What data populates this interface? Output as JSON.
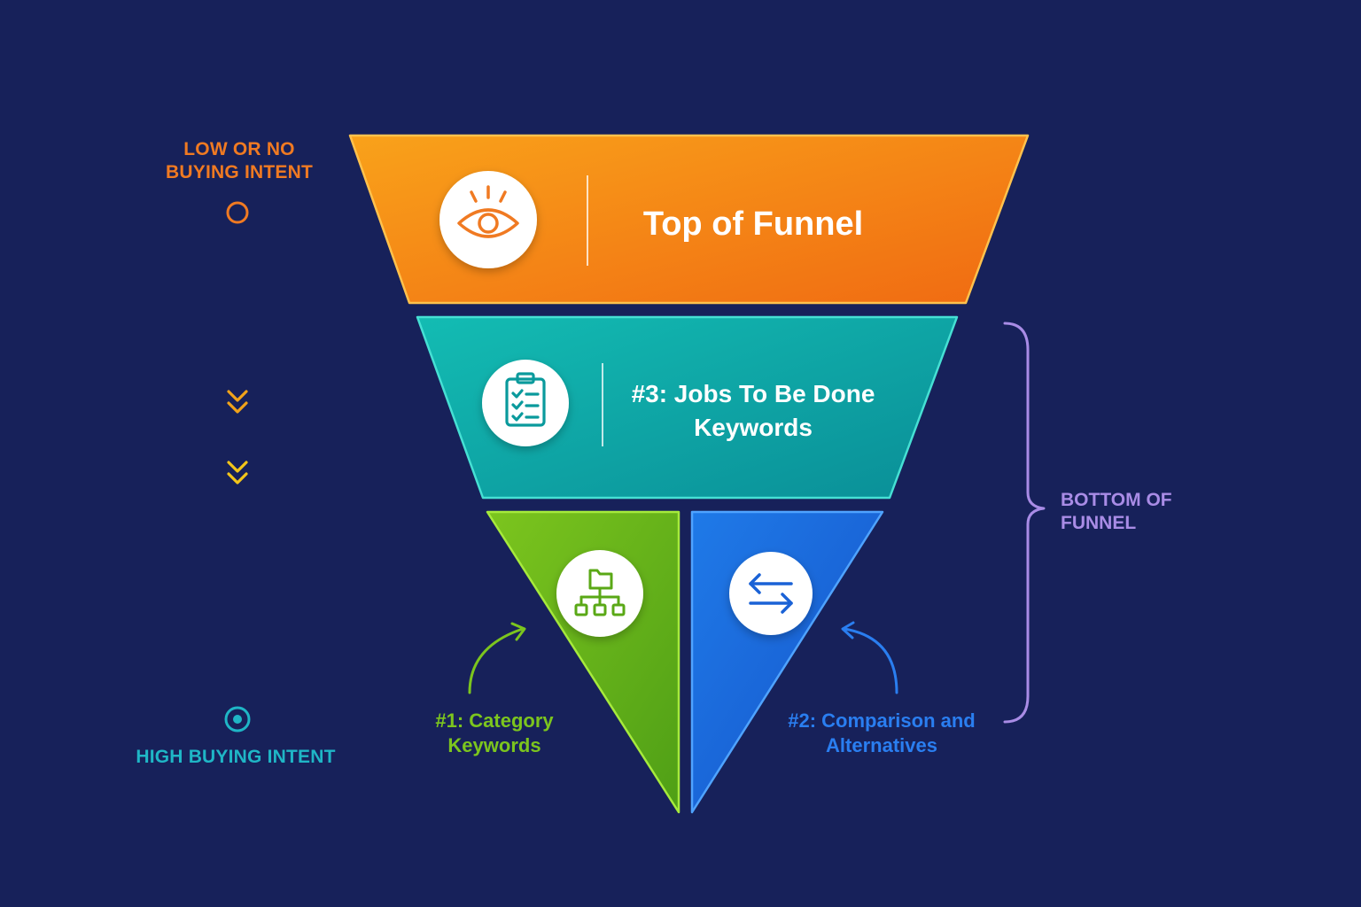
{
  "intent_scale": {
    "top_label": [
      "LOW OR NO",
      "BUYING INTENT"
    ],
    "bottom_label": "HIGH BUYING INTENT",
    "colors": {
      "top": "#f07a22",
      "bottom": "#1fb6c6"
    }
  },
  "stages": {
    "top": {
      "title": "Top of Funnel",
      "icon": "eye-icon",
      "color": "#f7861c"
    },
    "middle": {
      "title": [
        "#3: Jobs To Be Done",
        "Keywords"
      ],
      "icon": "clipboard-checklist-icon",
      "color": "#0fa8a7"
    },
    "category": {
      "caption": [
        "#1: Category",
        "Keywords"
      ],
      "icon": "folder-hierarchy-icon",
      "color": "#64b31a"
    },
    "comparison": {
      "caption": [
        "#2: Comparison and",
        "Alternatives"
      ],
      "icon": "swap-arrows-icon",
      "color": "#1a67e0"
    }
  },
  "bottom_bracket": {
    "label": [
      "BOTTOM OF",
      "FUNNEL"
    ],
    "color": "#a98ce6"
  }
}
